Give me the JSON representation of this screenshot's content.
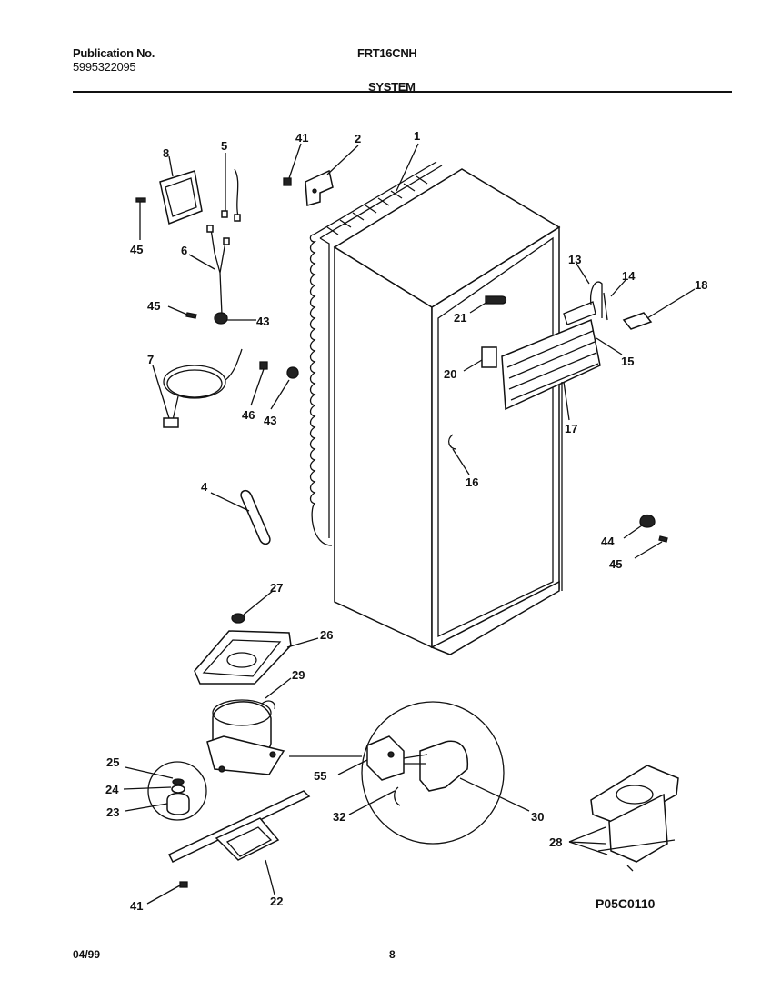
{
  "header": {
    "publication_label": "Publication No.",
    "publication_number": "5995322095",
    "model": "FRT16CNH",
    "section": "SYSTEM"
  },
  "callouts": [
    "1",
    "2",
    "4",
    "5",
    "6",
    "7",
    "8",
    "13",
    "14",
    "15",
    "16",
    "17",
    "18",
    "20",
    "21",
    "22",
    "23",
    "24",
    "25",
    "26",
    "27",
    "28",
    "29",
    "30",
    "32",
    "41",
    "43",
    "44",
    "45",
    "46",
    "55"
  ],
  "diagram_code": "P05C0110",
  "footer": {
    "date": "04/99",
    "page": "8"
  }
}
